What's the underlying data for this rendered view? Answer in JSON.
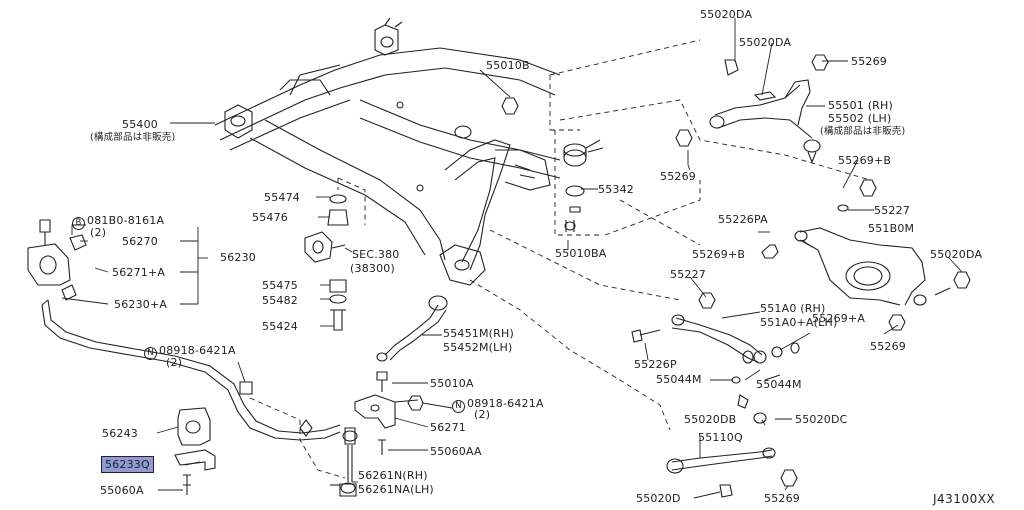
{
  "diagram": {
    "code": "J43100XX",
    "highlight_color": "#8f9bd4",
    "callouts": {
      "p55020DA_a": "55020DA",
      "p55020DA_b": "55020DA",
      "p55269_a": "55269",
      "p55010B": "55010B",
      "p55501": "55501 (RH)",
      "p55502": "55502 (LH)",
      "note_a": "(構成部品は非販売)",
      "p55400": "55400",
      "note_b": "(構成部品は非販売)",
      "p55269_b": "55269",
      "p55269B": "55269+B",
      "p55342": "55342",
      "p55474": "55474",
      "p55476": "55476",
      "p081B0": "081B0-8161A",
      "qty_2_a": "(2)",
      "p56270": "56270",
      "p56230": "56230",
      "p56271A": "56271+A",
      "p56230A": "56230+A",
      "sec380": "SEC.380",
      "sec38300": "(38300)",
      "p55010BA": "55010BA",
      "p55226PA": "55226PA",
      "p55227_a": "55227",
      "p551B0M": "551B0M",
      "p55269B_b": "55269+B",
      "p55020DA_c": "55020DA",
      "p55475": "55475",
      "p55482": "55482",
      "p55424": "55424",
      "p55227_b": "55227",
      "p551A0": "551A0 (RH)",
      "p551A0A": "551A0+A(LH)",
      "p55269A": "55269+A",
      "p55269_c": "55269",
      "p55451M": "55451M(RH)",
      "p55452M": "55452M(LH)",
      "p55226P": "55226P",
      "p08918_a": "08918-6421A",
      "qty_2_b": "(2)",
      "p55044M_a": "55044M",
      "p55044M_b": "55044M",
      "p55010A": "55010A",
      "p08918_b": "08918-6421A",
      "qty_2_c": "(2)",
      "p55020DB": "55020DB",
      "p55020DC": "55020DC",
      "p56271": "56271",
      "p55110Q": "55110Q",
      "p56243": "56243",
      "p55060AA": "55060AA",
      "p56233Q": "56233Q",
      "p56261N": "56261N(RH)",
      "p56261NA": "56261NA(LH)",
      "p55060A": "55060A",
      "p55020D": "55020D",
      "p55269_d": "55269",
      "mark_B": "B",
      "mark_N": "N"
    }
  }
}
